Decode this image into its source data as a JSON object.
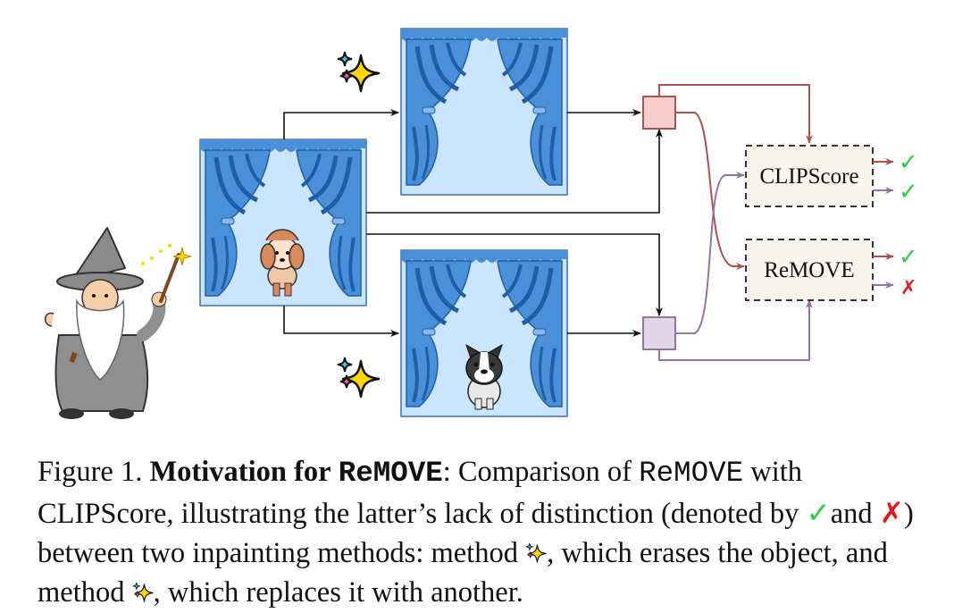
{
  "diagram": {
    "metric_clipscore": "CLIPScore",
    "metric_remove": "ReMOVE",
    "check_glyph": "✓",
    "cross_glyph": "✗",
    "colors": {
      "red_path": "#b0504e",
      "purple_path": "#9673a6",
      "red_node": "#f8cecc",
      "purple_node": "#e1d5e7",
      "metric_box": "#f7f5ec",
      "frame_bg": "#cce5ff",
      "curtain": "#4a90d9",
      "curtain_dark": "#1f5fa8",
      "check": "#2ecc40",
      "cross": "#e8151e"
    },
    "icons": [
      "wizard-icon",
      "sparkle-icon",
      "poodle-icon",
      "bulldog-icon"
    ]
  },
  "caption": {
    "figure_label": "Figure 1.",
    "bold_title": "Motivation for",
    "bold_code": "ReMOVE",
    "colon_text": ": Comparison of",
    "code_remove": "ReMOVE",
    "text_1": "with CLIPScore, illustrating the latter’s lack of distinction (denoted by",
    "check": "✓",
    "text_and": "and",
    "cross": "✗",
    "text_2": ") between two inpainting methods: method",
    "text_3": ", which erases the object, and method",
    "text_4": ", which replaces it with another."
  }
}
